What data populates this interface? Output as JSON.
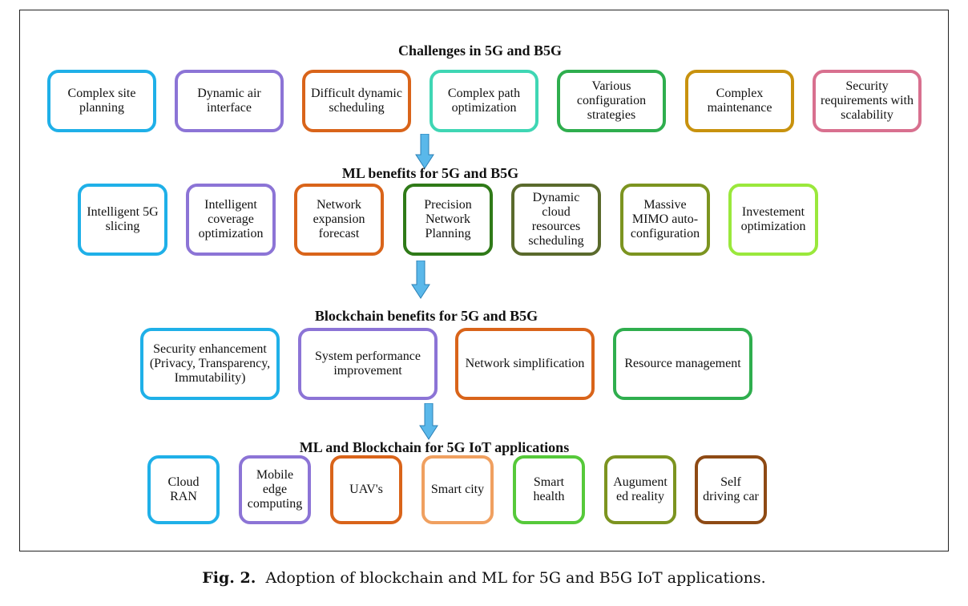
{
  "sections": [
    {
      "heading": "Challenges in 5G and B5G",
      "items": [
        {
          "label": "Complex site\nplanning",
          "color": "#1fb0e8"
        },
        {
          "label": "Dynamic air\ninterface",
          "color": "#8c74d6"
        },
        {
          "label": "Difficult dynamic\nscheduling",
          "color": "#d9641a"
        },
        {
          "label": "Complex path\noptimization",
          "color": "#3fd6b4"
        },
        {
          "label": "Various\nconfiguration\nstrategies",
          "color": "#2fae4e"
        },
        {
          "label": "Complex\nmaintenance",
          "color": "#c8920e"
        },
        {
          "label": "Security\nrequirements with\nscalability",
          "color": "#d8708f"
        }
      ]
    },
    {
      "heading": "ML benefits for 5G and B5G",
      "items": [
        {
          "label": "Intelligent 5G\nslicing",
          "color": "#1fb0e8"
        },
        {
          "label": "Intelligent\ncoverage\noptimization",
          "color": "#8c74d6"
        },
        {
          "label": "Network\nexpansion\nforecast",
          "color": "#d9641a"
        },
        {
          "label": "Precision\nNetwork\nPlanning",
          "color": "#2f7a18"
        },
        {
          "label": "Dynamic\ncloud\nresources\nscheduling",
          "color": "#5a6a2c"
        },
        {
          "label": "Massive\nMIMO auto-\nconfiguration",
          "color": "#7c9420"
        },
        {
          "label": "Investement\noptimization",
          "color": "#9ae83c"
        }
      ]
    },
    {
      "heading": "Blockchain benefits for 5G and B5G",
      "items": [
        {
          "label": "Security enhancement\n(Privacy, Transparency,\nImmutability)",
          "color": "#1fb0e8"
        },
        {
          "label": "System performance\nimprovement",
          "color": "#8c74d6"
        },
        {
          "label": "Network simplification",
          "color": "#d9641a"
        },
        {
          "label": "Resource management",
          "color": "#2fae4e"
        }
      ]
    },
    {
      "heading": "ML and Blockchain for 5G IoT applications",
      "items": [
        {
          "label": "Cloud\nRAN",
          "color": "#1fb0e8"
        },
        {
          "label": "Mobile\nedge\ncomputing",
          "color": "#8c74d6"
        },
        {
          "label": "UAV's",
          "color": "#d9641a"
        },
        {
          "label": "Smart city",
          "color": "#f0a060"
        },
        {
          "label": "Smart\nhealth",
          "color": "#56c93a"
        },
        {
          "label": "Augument\ned reality",
          "color": "#7c9420"
        },
        {
          "label": "Self\ndriving car",
          "color": "#8e4a14"
        }
      ]
    }
  ],
  "caption": {
    "figure_label": "Fig. 2.",
    "text": "Adoption of blockchain and ML for 5G and B5G IoT applications."
  },
  "arrow_color": "#5ab8ea"
}
